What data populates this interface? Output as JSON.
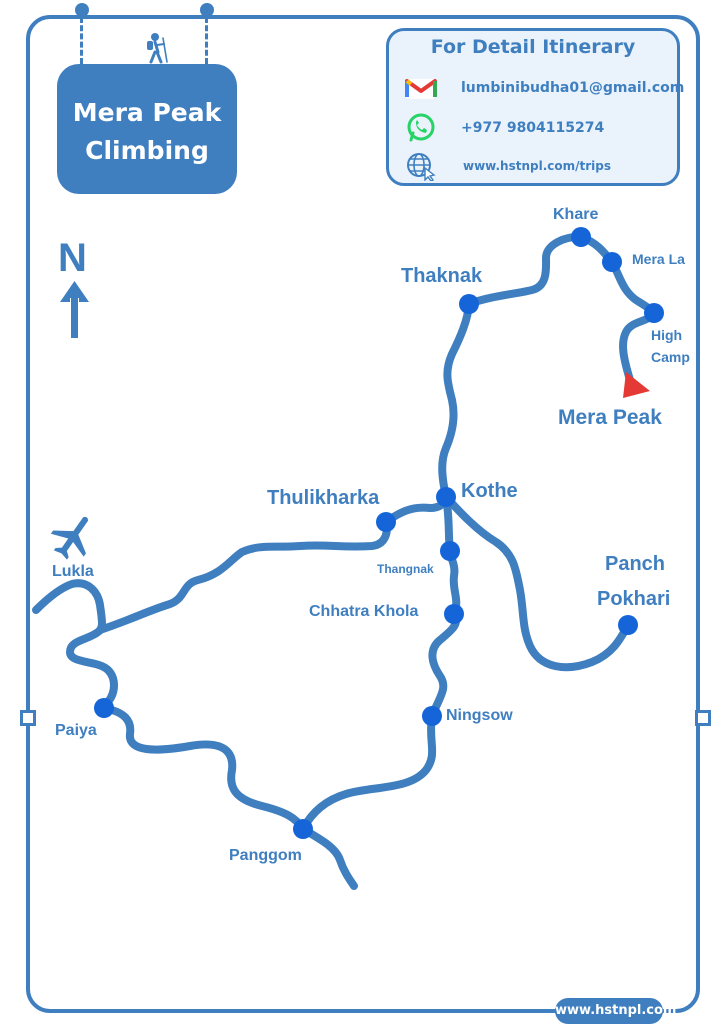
{
  "title": {
    "line1": "Mera Peak",
    "line2": "Climbing"
  },
  "contact": {
    "heading": "For Detail Itinerary",
    "email": "lumbinibudha01@gmail.com",
    "phone": "+977 9804115274",
    "website": "www.hstnpl.com/trips"
  },
  "compass": {
    "letter": "N"
  },
  "places": {
    "khare": "Khare",
    "mera_la": "Mera La",
    "high_camp_1": "High",
    "high_camp_2": "Camp",
    "mera_peak": "Mera Peak",
    "thaknak": "Thaknak",
    "kothe": "Kothe",
    "thulikharka": "Thulikharka",
    "thangnak": "Thangnak",
    "chhatra_khola": "Chhatra Khola",
    "panch_1": "Panch",
    "panch_2": "Pokhari",
    "lukla": "Lukla",
    "paiya": "Paiya",
    "ningsow": "Ningsow",
    "panggom": "Panggom"
  },
  "footer": "www.hstnpl.com",
  "colors": {
    "route": "#3f7fc0",
    "waypoint": "#1565d8",
    "summit_marker": "#e53935",
    "panel_bg": "#eaf3fb"
  },
  "icons": {
    "email": "gmail-icon",
    "phone": "whatsapp-icon",
    "web": "globe-icon",
    "hiker": "hiker-icon",
    "airport": "airplane-icon",
    "north": "north-arrow-icon"
  }
}
